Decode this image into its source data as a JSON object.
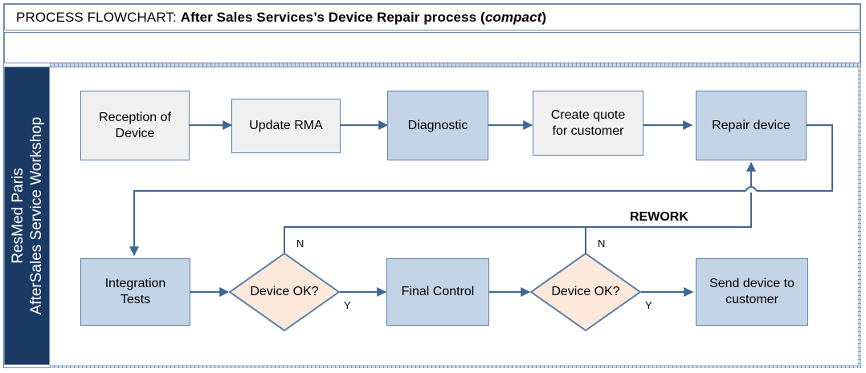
{
  "header": {
    "prefix": "PROCESS FLOWCHART:",
    "subject": "After Sales Services’s Device Repair process (",
    "emphasis": "compact",
    "suffix": ")"
  },
  "swimlane": {
    "line1": "ResMed Paris",
    "line2": "AfterSales Service Workshop"
  },
  "colors": {
    "lane_fill": "#1b3a63",
    "process_blue": "#c4d4e7",
    "process_gray": "#f0f0f0",
    "decision_fill": "#fce9dc",
    "border": "#5b82ae",
    "connector": "#3f6795",
    "frame": "#6f8cb0"
  },
  "flow": {
    "nodes": [
      {
        "id": "reception",
        "label": "Reception of\nDevice",
        "shape": "process",
        "fill": "gray"
      },
      {
        "id": "update_rma",
        "label": "Update RMA",
        "shape": "process",
        "fill": "gray"
      },
      {
        "id": "diagnostic",
        "label": "Diagnostic",
        "shape": "process",
        "fill": "blue"
      },
      {
        "id": "create_quote",
        "label": "Create quote\nfor customer",
        "shape": "process",
        "fill": "gray"
      },
      {
        "id": "repair",
        "label": "Repair device",
        "shape": "process",
        "fill": "blue"
      },
      {
        "id": "integration",
        "label": "Integration\nTests",
        "shape": "process",
        "fill": "blue"
      },
      {
        "id": "decision1",
        "label": "Device OK?",
        "shape": "decision",
        "fill": "peach"
      },
      {
        "id": "final_ctrl",
        "label": "Final Control",
        "shape": "process",
        "fill": "blue"
      },
      {
        "id": "decision2",
        "label": "Device OK?",
        "shape": "decision",
        "fill": "peach"
      },
      {
        "id": "send",
        "label": "Send device to\ncustomer",
        "shape": "process",
        "fill": "blue"
      }
    ],
    "node_labels": {
      "reception_l1": "Reception of",
      "reception_l2": "Device",
      "update_rma": "Update RMA",
      "diagnostic": "Diagnostic",
      "quote_l1": "Create quote",
      "quote_l2": "for customer",
      "repair": "Repair device",
      "integration_l1": "Integration",
      "integration_l2": "Tests",
      "decision1": "Device OK?",
      "final_control": "Final Control",
      "decision2": "Device OK?",
      "send_l1": "Send device to",
      "send_l2": "customer"
    },
    "branch_labels": {
      "decision1_no": "N",
      "decision1_yes": "Y",
      "decision2_no": "N",
      "decision2_yes": "Y"
    },
    "annotations": {
      "rework": "REWORK"
    }
  }
}
